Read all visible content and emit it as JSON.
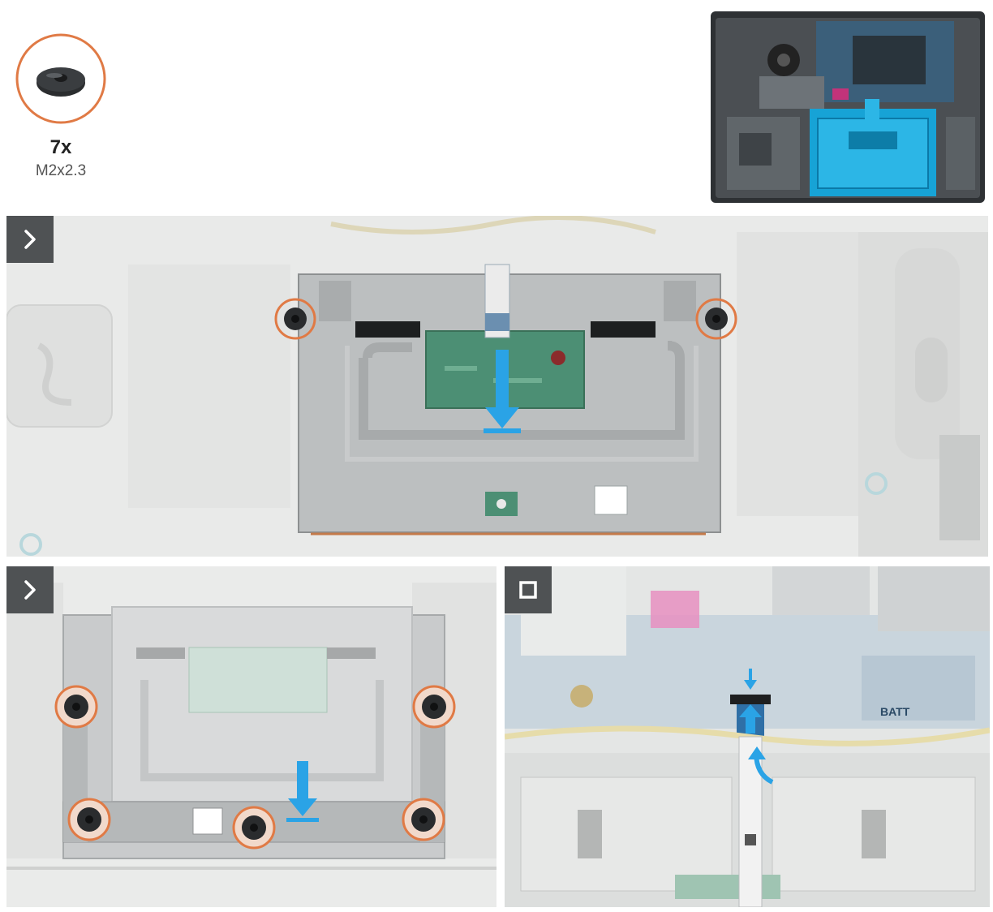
{
  "screw_legend": {
    "count": "7x",
    "spec": "M2x2.3",
    "icon": "screw-icon"
  },
  "steps": [
    {
      "id": "step-1",
      "badge_icon": "chevron-right-icon"
    },
    {
      "id": "step-2",
      "badge_icon": "chevron-right-icon"
    },
    {
      "id": "step-3",
      "badge_icon": "square-stop-icon"
    }
  ],
  "board_label": "BATT",
  "colors": {
    "highlight_blue": "#2aa3e6",
    "screw_ring": "#e07a45",
    "badge_bg": "#4f5254",
    "touchpad_plate": "#b9bcbd",
    "pcb_green": "#4c8f74"
  }
}
